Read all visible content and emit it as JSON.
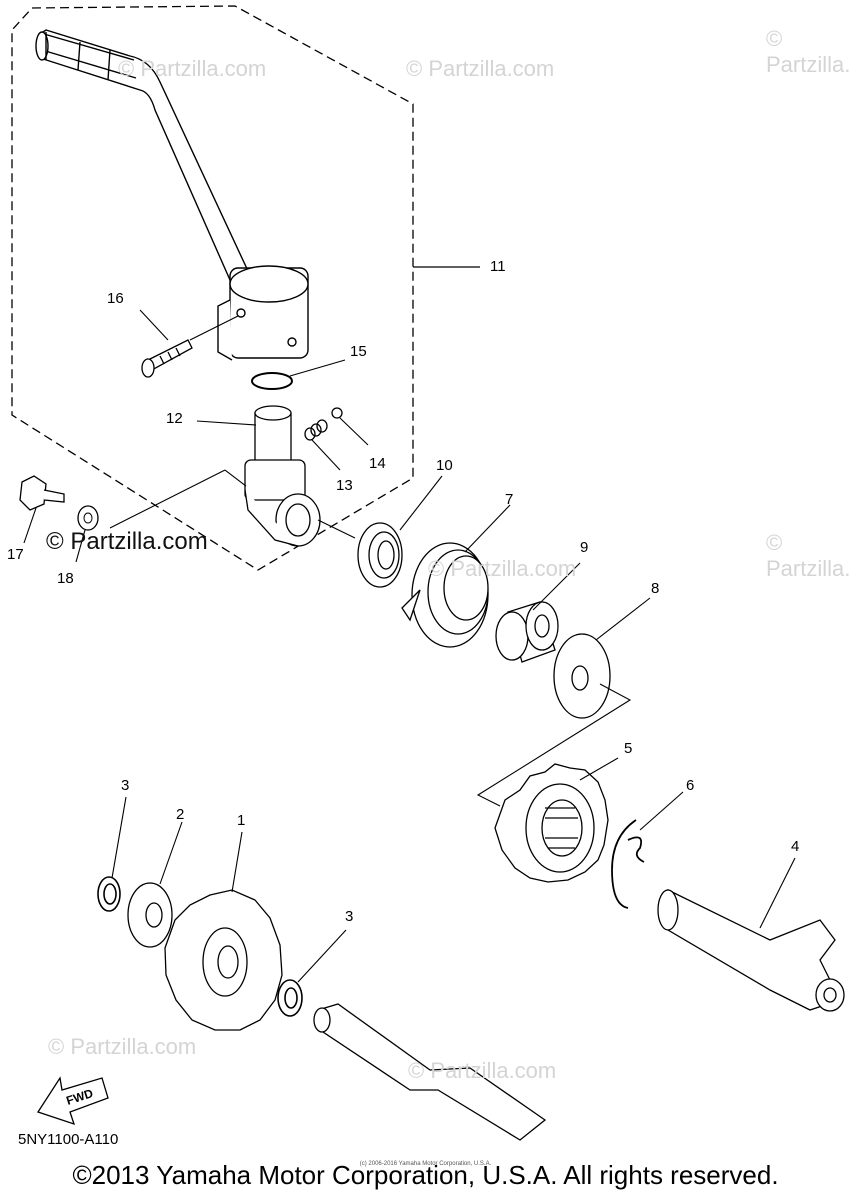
{
  "watermarks": [
    "© Partzilla.com",
    "© Partzilla.com",
    "© Partzilla.com",
    "© Partzilla.com",
    "© Partzilla.com",
    "© Partzilla.com",
    "© Partzilla.com"
  ],
  "partzilla_label": "© Partzilla.com",
  "callouts": [
    "1",
    "2",
    "3",
    "3",
    "4",
    "5",
    "6",
    "7",
    "8",
    "9",
    "10",
    "11",
    "12",
    "13",
    "14",
    "15",
    "16",
    "17",
    "18"
  ],
  "fwd_label": "FWD",
  "diagram_code": "5NY1100-A110",
  "small_copyright": "(c) 2006-2016 Yamaha Motor Corporation, U.S.A.",
  "copyright": "©2013 Yamaha Motor Corporation, U.S.A. All rights reserved."
}
